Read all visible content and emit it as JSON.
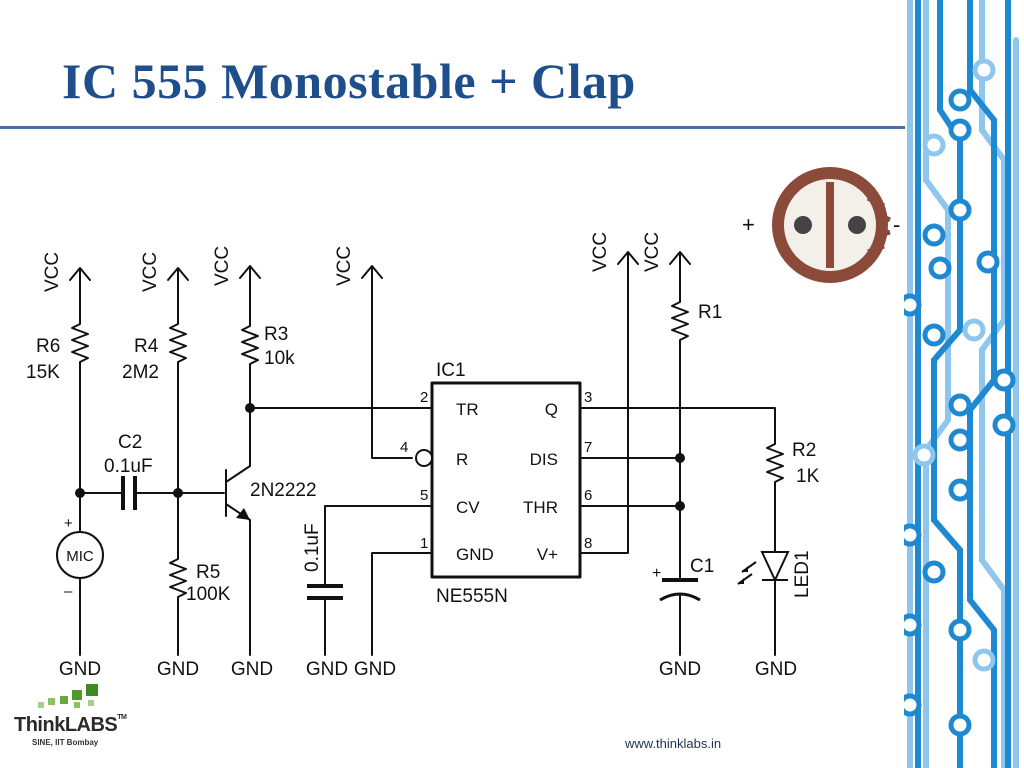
{
  "slide": {
    "title": "IC 555 Monostable + Clap",
    "footer_url": "www.thinklabs.in"
  },
  "logo": {
    "name": "ThinkLABS",
    "tm": "TM",
    "subtitle": "SINE, IIT Bombay"
  },
  "schematic": {
    "vcc_labels": [
      "VCC",
      "VCC",
      "VCC",
      "VCC",
      "VCC",
      "VCC"
    ],
    "gnd_labels": [
      "GND",
      "GND",
      "GND",
      "GND",
      "GND",
      "GND",
      "GND"
    ],
    "r6": {
      "name": "R6",
      "value": "15K"
    },
    "r4": {
      "name": "R4",
      "value": "2M2"
    },
    "r3": {
      "name": "R3",
      "value": "10k"
    },
    "r5": {
      "name": "R5",
      "value": "100K"
    },
    "r1": {
      "name": "R1"
    },
    "r2": {
      "name": "R2",
      "value": "1K"
    },
    "c2": {
      "name": "C2",
      "value": "0.1uF"
    },
    "c_cv": {
      "value": "0.1uF"
    },
    "c1": {
      "name": "C1",
      "plus": "+"
    },
    "transistor": {
      "name": "2N2222"
    },
    "mic": {
      "label": "MIC",
      "plus": "+",
      "minus": "–"
    },
    "led": {
      "name": "LED1"
    },
    "ic": {
      "name": "IC1",
      "part": "NE555N",
      "pins_left": [
        {
          "num": "2",
          "label": "TR"
        },
        {
          "num": "4",
          "label": "R"
        },
        {
          "num": "5",
          "label": "CV"
        },
        {
          "num": "1",
          "label": "GND"
        }
      ],
      "pins_right": [
        {
          "num": "3",
          "label": "Q"
        },
        {
          "num": "7",
          "label": "DIS"
        },
        {
          "num": "6",
          "label": "THR"
        },
        {
          "num": "8",
          "label": "V+"
        }
      ]
    }
  },
  "pot": {
    "plus": "+",
    "minus": "-"
  },
  "colors": {
    "title": "#1f4e8c",
    "trace_dark": "#1e88d0",
    "trace_light": "#8fc6ee",
    "pot_body": "#8b4a3a"
  }
}
